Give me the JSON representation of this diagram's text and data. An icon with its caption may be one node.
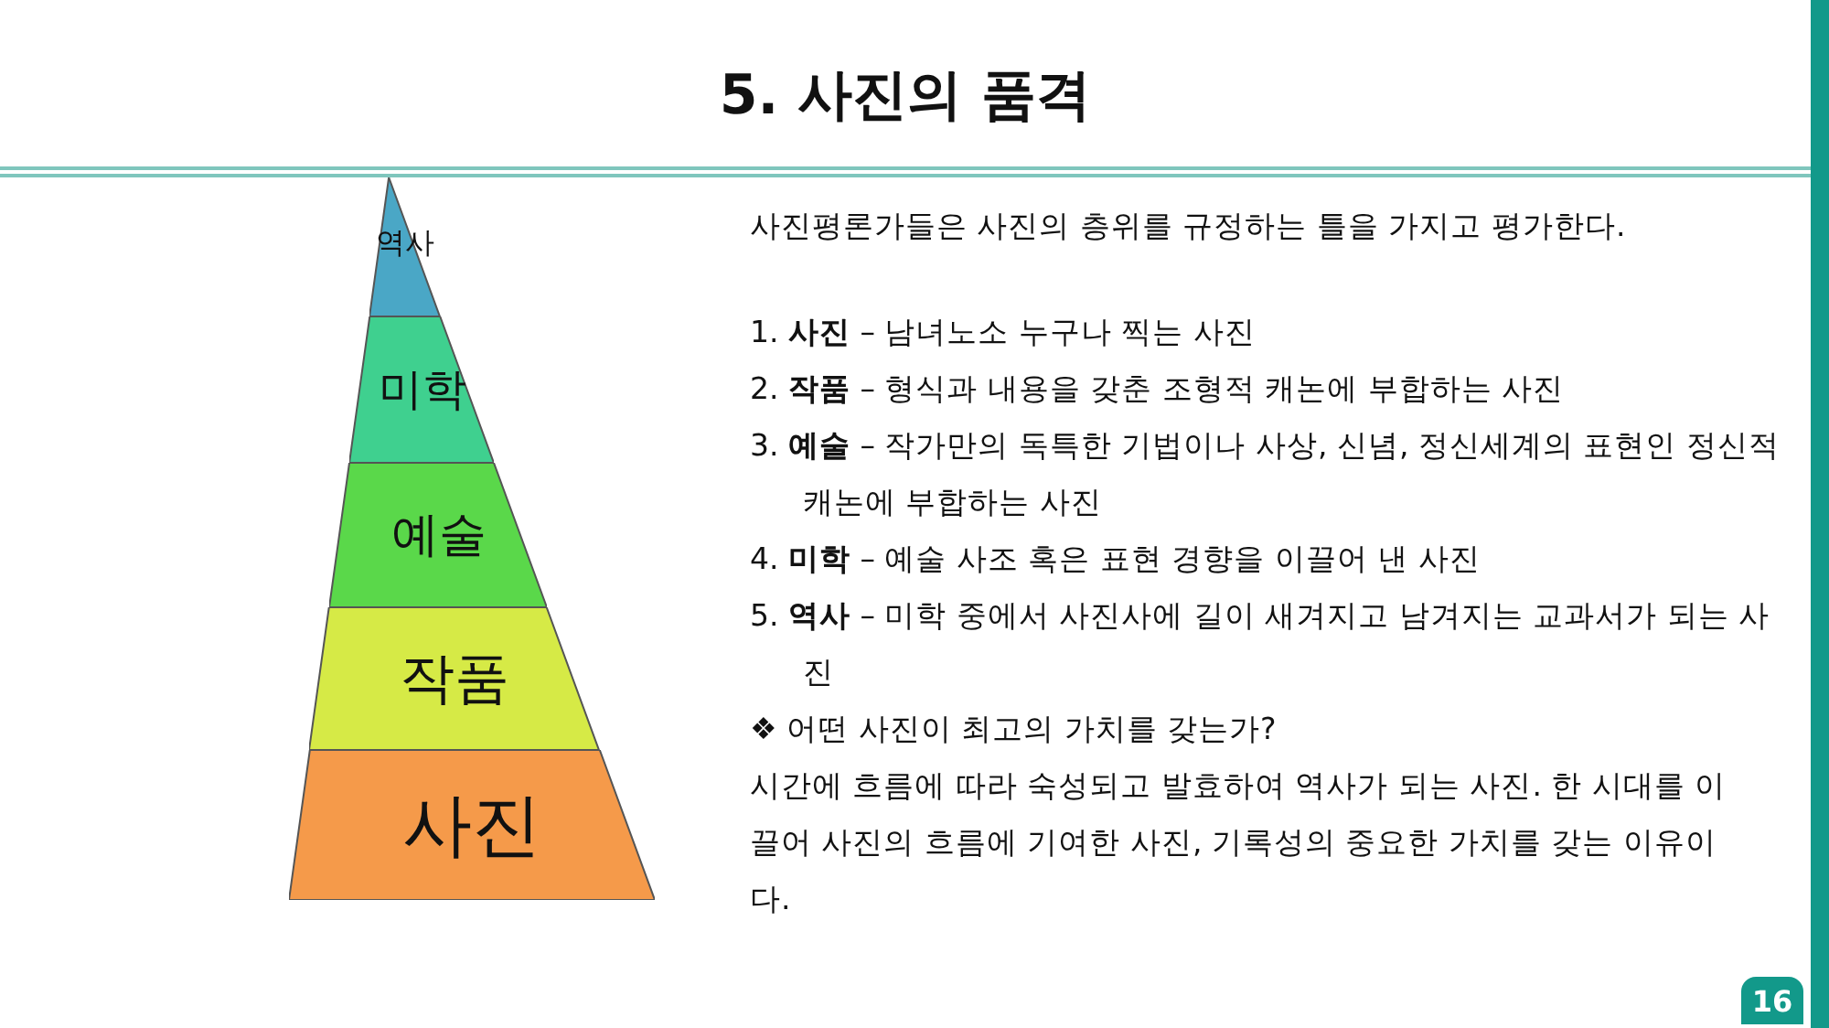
{
  "diagram": {
    "title": "5. 사진의 품격",
    "nodes": [
      {
        "text": [
          "역사"
        ]
      },
      {
        "text": [
          "미학"
        ]
      },
      {
        "text": [
          "예술"
        ]
      },
      {
        "text": [
          "작품"
        ]
      },
      {
        "text": [
          "사진"
        ]
      }
    ],
    "edges": [],
    "labels": [
      "사진평론가들은 사진의 층위를 규정하는 틀을 가지고 평가한다.",
      "1. **사진** – 남녀노소 누구나 찍는 사진",
      "2. **작품** – 형식과 내용을 갖춘 조형적 캐논에 부합하는 사진",
      "3. **예술** –  작가만의 독특한 기법이나 사상, 신념, 정신세계의 표현인 정신적 캐논에 부합하는 사진",
      "4. **미학** – 예술 사조 혹은 표현 경향을 이끌어 낸 사진",
      "5. **역사** – 미학 중에서 사진사에 길이 새겨지고 남겨지는 교과서가 되는 사진",
      "❖ 어떤 사진이 최고의 가치를 갖는가?",
      "시간에 흐름에 따라 숙성되고 발효하여 역사가 되는 사진. 한 시대를 이끌어 사진의 흐름에 기여한 사진, 기록성의 중요한 가치를 갖는 이유이다.",
      "16"
    ]
  }
}
